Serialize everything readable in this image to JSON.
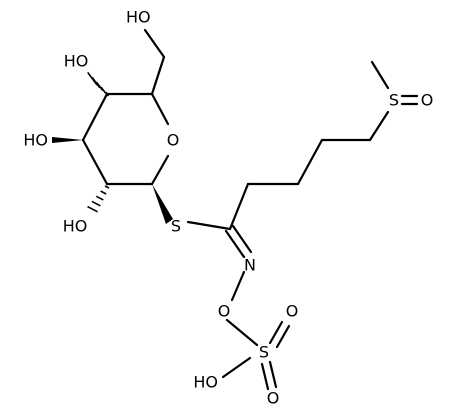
{
  "structure": {
    "labels": {
      "ho_top": "HO",
      "ho_upper_left": "HO",
      "ho_mid_left": "HO",
      "ho_lower_left": "HO",
      "ring_oxygen": "O",
      "thio_s": "S",
      "sulfoxide_s": "S",
      "sulfoxide_o": "O",
      "imine_n": "N",
      "oxime_o": "O",
      "sulfate_s": "S",
      "sulfate_o_right": "O",
      "sulfate_o_bottom": "O",
      "sulfate_ho": "HO"
    }
  }
}
